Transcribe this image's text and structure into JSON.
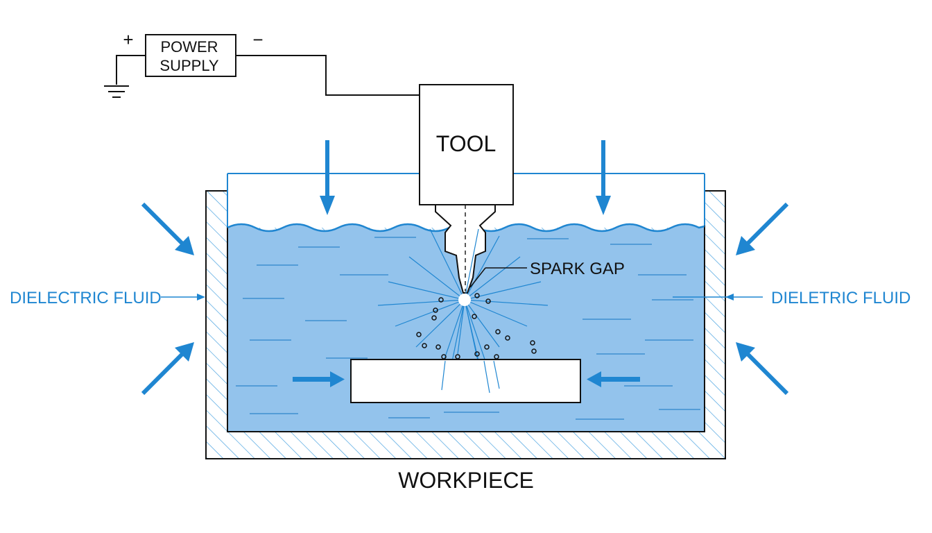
{
  "labels": {
    "plus": "+",
    "minus": "−",
    "power_supply_line1": "POWER",
    "power_supply_line2": "SUPPLY",
    "tool": "TOOL",
    "spark_gap": "SPARK GAP",
    "dielectric_left": "DIELECTRIC FLUID",
    "dielectric_right": "DIELETRIC FLUID",
    "workpiece": "WORKPIECE"
  },
  "colors": {
    "fluid": "#93c3ec",
    "accent_blue": "#1f86d1",
    "outline": "#111111",
    "hatch": "#4aa3e0"
  }
}
